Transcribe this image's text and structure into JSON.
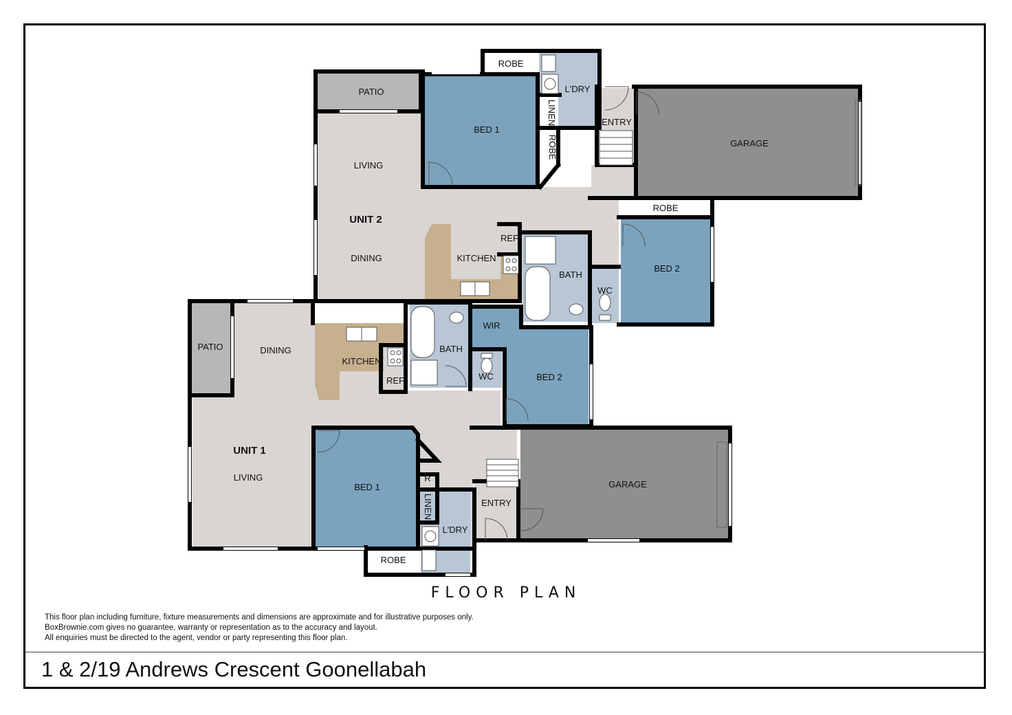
{
  "rooms": {
    "u2_patio": "PATIO",
    "u2_robe_top": "ROBE",
    "u2_ldry": "L'DRY",
    "u2_linen": "LINEN",
    "u2_robe_side": "ROBE",
    "u2_bed1": "BED 1",
    "u2_entry": "ENTRY",
    "u2_garage": "GARAGE",
    "u2_living": "LIVING",
    "u2_unit": "UNIT 2",
    "u2_dining": "DINING",
    "u2_kitchen": "KITCHEN",
    "u2_ref": "REF",
    "u2_bath": "BATH",
    "u2_wc": "WC",
    "u2_robe_bed2": "ROBE",
    "u2_bed2": "BED 2",
    "u1_patio": "PATIO",
    "u1_dining": "DINING",
    "u1_kitchen": "KITCHEN",
    "u1_ref": "REF",
    "u1_bath": "BATH",
    "u1_wir": "WIR",
    "u1_wc": "WC",
    "u1_bed2": "BED 2",
    "u1_unit": "UNIT 1",
    "u1_living": "LIVING",
    "u1_bed1": "BED 1",
    "u1_r": "R",
    "u1_linen": "LINEN",
    "u1_ldry": "L'DRY",
    "u1_robe": "ROBE",
    "u1_entry": "ENTRY",
    "u1_garage": "GARAGE"
  },
  "title": "FLOOR PLAN",
  "disclaimer": [
    "This floor plan including furniture, fixture measurements and dimensions are approximate and for illustrative purposes only.",
    "BoxBrownie.com gives no guarantee, warranty or representation as to the accuracy and layout.",
    "All enquiries must be directed to the agent, vendor or party representing this floor plan."
  ],
  "address": "1 & 2/19 Andrews Crescent Goonellabah",
  "colors": {
    "floor": "#d9d5d3",
    "bedroom": "#7ba3be",
    "wet_area": "#b8c6d6",
    "garage": "#8f8f8d",
    "patio": "#b9b7b5",
    "benchtop": "#c7b08f",
    "wall": "#000000"
  }
}
